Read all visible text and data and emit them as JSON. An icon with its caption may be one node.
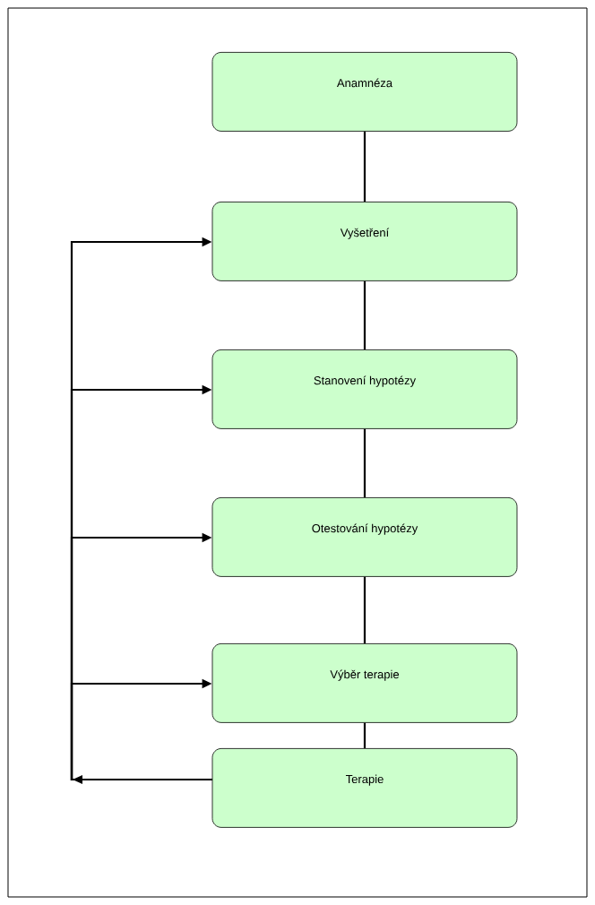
{
  "diagram": {
    "nodes": [
      {
        "text": [
          "Anamnéza"
        ]
      },
      {
        "text": [
          "Vyšetření"
        ]
      },
      {
        "text": [
          "Stanovení hypotézy"
        ]
      },
      {
        "text": [
          "Otestování hypotézy"
        ]
      },
      {
        "text": [
          "Výběr terapie"
        ]
      },
      {
        "text": [
          "Terapie"
        ]
      }
    ],
    "edges": [
      {
        "from": 0,
        "to": 1,
        "arrow": "none"
      },
      {
        "from": 1,
        "to": 2,
        "arrow": "none"
      },
      {
        "from": 2,
        "to": 3,
        "arrow": "none"
      },
      {
        "from": 3,
        "to": 4,
        "arrow": "none"
      },
      {
        "from": 4,
        "to": 5,
        "arrow": "none"
      },
      {
        "from": 5,
        "to": 1,
        "arrow": "to"
      },
      {
        "from": 5,
        "to": 2,
        "arrow": "to"
      },
      {
        "from": 5,
        "to": 3,
        "arrow": "to"
      },
      {
        "from": 5,
        "to": 4,
        "arrow": "to"
      }
    ]
  }
}
